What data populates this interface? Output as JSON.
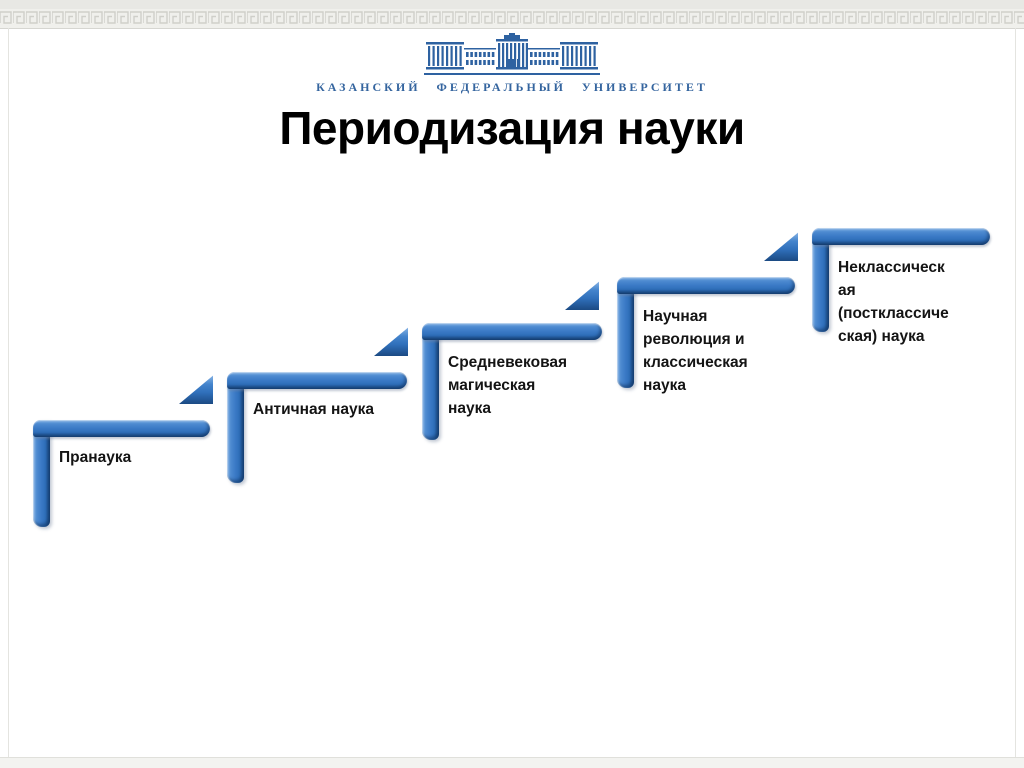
{
  "header": {
    "university_name": "КАЗАНСКИЙ ФЕДЕРАЛЬНЫЙ УНИВЕРСИТЕТ"
  },
  "title": "Периодизация науки",
  "diagram": {
    "type": "staircase-process",
    "steps": [
      {
        "label": "Пранаука"
      },
      {
        "label": "Античная наука"
      },
      {
        "label": "Средневековая\nмагическая\nнаука"
      },
      {
        "label": "Научная\nреволюция и\nклассическая\nнаука"
      },
      {
        "label": "Неклассическ\nая\n(постклассиче\nская) наука"
      }
    ]
  },
  "colors": {
    "bar_blue": "#3a79c5",
    "bar_highlight": "#8cb8e8",
    "bar_dark_edge": "#1d4d86",
    "logo_blue": "#2e62a1",
    "title_color": "#000000",
    "border_pattern": "#cfcfc9"
  }
}
